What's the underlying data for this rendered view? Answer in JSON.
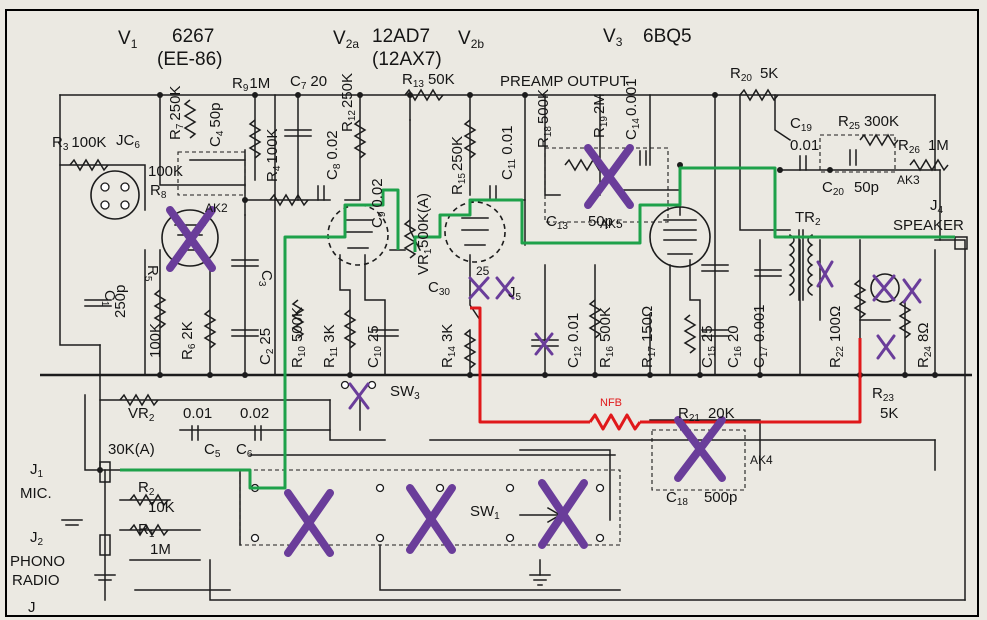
{
  "colors": {
    "signal_path": "#1ea14a",
    "feedback_path": "#e0191b",
    "removed_mark": "#6a3d9a",
    "ink": "#1c1c1c",
    "paper": "#ebe9e2"
  },
  "labels": {
    "v1": "V",
    "v1_sub": "1",
    "v1_type": "6267",
    "v1_alt": "(EE-86)",
    "v2a": "V",
    "v2a_sub": "2a",
    "v2_type": "12AD7",
    "v2b": "V",
    "v2b_sub": "2b",
    "v2_alt": "(12AX7)",
    "v3": "V",
    "v3_sub": "3",
    "v3_type": "6BQ5",
    "jc6": "JC",
    "jc6_sub": "6",
    "r3": "R",
    "r3_sub": "3",
    "r3_val": "100K",
    "r7": "R",
    "r7_sub": "7",
    "r7_val": "250K",
    "c4": "C",
    "c4_sub": "4",
    "c4_val": "50p",
    "r9": "R",
    "r9_sub": "9",
    "r9_val": "1M",
    "c7": "C",
    "c7_sub": "7",
    "c7_val": "20",
    "r12": "R",
    "r12_sub": "12",
    "r12_val": "250K",
    "r13": "R",
    "r13_sub": "13",
    "r13_val": "50K",
    "preamp_output": "PREAMP OUTPUT",
    "r20": "R",
    "r20_sub": "20",
    "r20_val": "5K",
    "r18": "R",
    "r18_sub": "18",
    "r18_val": "500K",
    "r19": "R",
    "r19_sub": "19",
    "r19_val": "2M",
    "c14": "C",
    "c14_sub": "14",
    "c14_val": "0.001",
    "c19": "C",
    "c19_sub": "19",
    "c19_val": "0.01",
    "r25": "R",
    "r25_sub": "25",
    "r25_val": "300K",
    "r26": "R",
    "r26_sub": "26",
    "r26_val": "1M",
    "c20": "C",
    "c20_sub": "20",
    "c20_val": "50p",
    "ak3": "AK3",
    "j4": "J",
    "j4_sub": "4",
    "speaker": "SPEAKER",
    "r4": "R",
    "r4_sub": "4",
    "r4_val": "100K",
    "c8": "C",
    "c8_sub": "8",
    "c8_val": "0.02",
    "r15": "R",
    "r15_sub": "15",
    "r15_val": "250K",
    "c11": "C",
    "c11_sub": "11",
    "c11_val": "0.01",
    "r8_val": "100K",
    "r8": "R",
    "r8_sub": "8",
    "ak2": "AK2",
    "c9": "C",
    "c9_sub": "9",
    "c9_val": "0.02",
    "vr1_val": "500K(A)",
    "vr1": "VR",
    "vr1_sub": "1",
    "c13": "C",
    "c13_sub": "13",
    "c13_val": "50p",
    "ak5": "AK5",
    "tr2": "TR",
    "tr2_sub": "2",
    "c1": "C",
    "c1_sub": "1",
    "c1_val": "250p",
    "r5": "R",
    "r5_sub": "5",
    "r5_val": "100K",
    "r6": "R",
    "r6_sub": "6",
    "r6_val": "2K",
    "c3": "C",
    "c3_sub": "3",
    "c2": "C",
    "c2_sub": "2",
    "c2_val": "25",
    "r10": "R",
    "r10_sub": "10",
    "r10_val": "500K",
    "r11": "R",
    "r11_sub": "11",
    "r11_val": "3K",
    "c10": "C",
    "c10_sub": "10",
    "c10_val": "25",
    "c30": "C",
    "c30_sub": "30",
    "c30_val": "25",
    "j5": "J",
    "j5_sub": "5",
    "r14": "R",
    "r14_sub": "14",
    "r14_val": "3K",
    "c12": "C",
    "c12_sub": "12",
    "c12_val": "0.01",
    "r16": "R",
    "r16_sub": "16",
    "r16_val": "500K",
    "r17": "R",
    "r17_sub": "17",
    "r17_val": "150Ω",
    "c15": "C",
    "c15_sub": "15",
    "c15_val": "25",
    "c16": "C",
    "c16_sub": "16",
    "c16_val": "20",
    "c17": "C",
    "c17_sub": "17",
    "c17_val": "0.001",
    "r22": "R",
    "r22_sub": "22",
    "r22_val": "100Ω",
    "r24": "R",
    "r24_sub": "24",
    "r24_val": "8Ω",
    "r23": "R",
    "r23_sub": "23",
    "r23_val": "5K",
    "sw3": "SW",
    "sw3_sub": "3",
    "vr2": "VR",
    "vr2_sub": "2",
    "vr2_val": "30K(A)",
    "c5_val": "0.01",
    "c5": "C",
    "c5_sub": "5",
    "c6_val": "0.02",
    "c6": "C",
    "c6_sub": "6",
    "nfb": "NFB",
    "r21": "R",
    "r21_sub": "21",
    "r21_val": "20K",
    "ak4": "AK4",
    "c18": "C",
    "c18_sub": "18",
    "c18_val": "500p",
    "j1": "J",
    "j1_sub": "1",
    "mic": "MIC.",
    "r2": "R",
    "r2_sub": "2",
    "r2_val": "10K",
    "r1": "R",
    "r1_sub": "1",
    "r1_val": "1M",
    "j2": "J",
    "j2_sub": "2",
    "phono": "PHONO",
    "radio": "RADIO",
    "sw1": "SW",
    "sw1_sub": "1",
    "cut_j": "J"
  }
}
